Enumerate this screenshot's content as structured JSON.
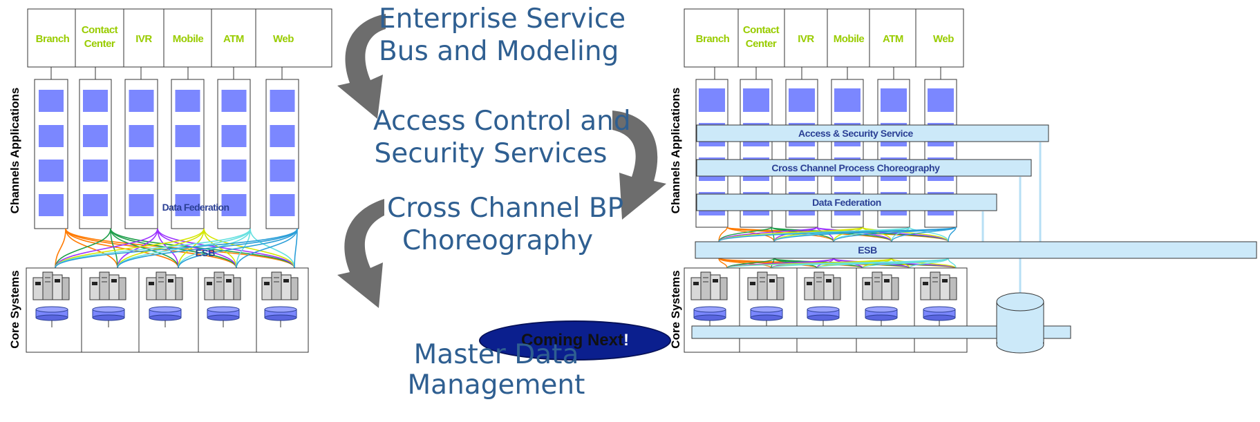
{
  "left": {
    "channels": [
      "Branch",
      "Contact Center",
      "IVR",
      "Mobile",
      "ATM",
      "Web"
    ],
    "side_top": "Channels Applications",
    "side_bottom": "Core Systems",
    "data_federation": "Data Federation",
    "esb": "ESB"
  },
  "right": {
    "channels": [
      "Branch",
      "Contact Center",
      "IVR",
      "Mobile",
      "ATM",
      "Web"
    ],
    "side_top": "Channels Applications",
    "side_bottom": "Core Systems",
    "bars": [
      "Access & Security Service",
      "Cross Channel Process Choreography",
      "Data Federation"
    ],
    "esb": "ESB"
  },
  "center": {
    "step1": [
      "Enterprise Service",
      "Bus and Modeling"
    ],
    "step2": [
      "Access Control and",
      "Security Services"
    ],
    "step3": [
      "Cross Channel BP",
      "Choreography"
    ],
    "coming": "Coming Next",
    "coming_mark": "!",
    "step4": [
      "Master Data",
      "Management"
    ]
  },
  "colors": {
    "channel_text": "#99cc00",
    "app_block": "#7b87ff",
    "bar_fill": "#cce9f9",
    "bar_text": "#2a3f94",
    "center_text": "#2f5f91",
    "arrow": "#6d6d6d",
    "coming_fill": "#0b1f8e"
  }
}
